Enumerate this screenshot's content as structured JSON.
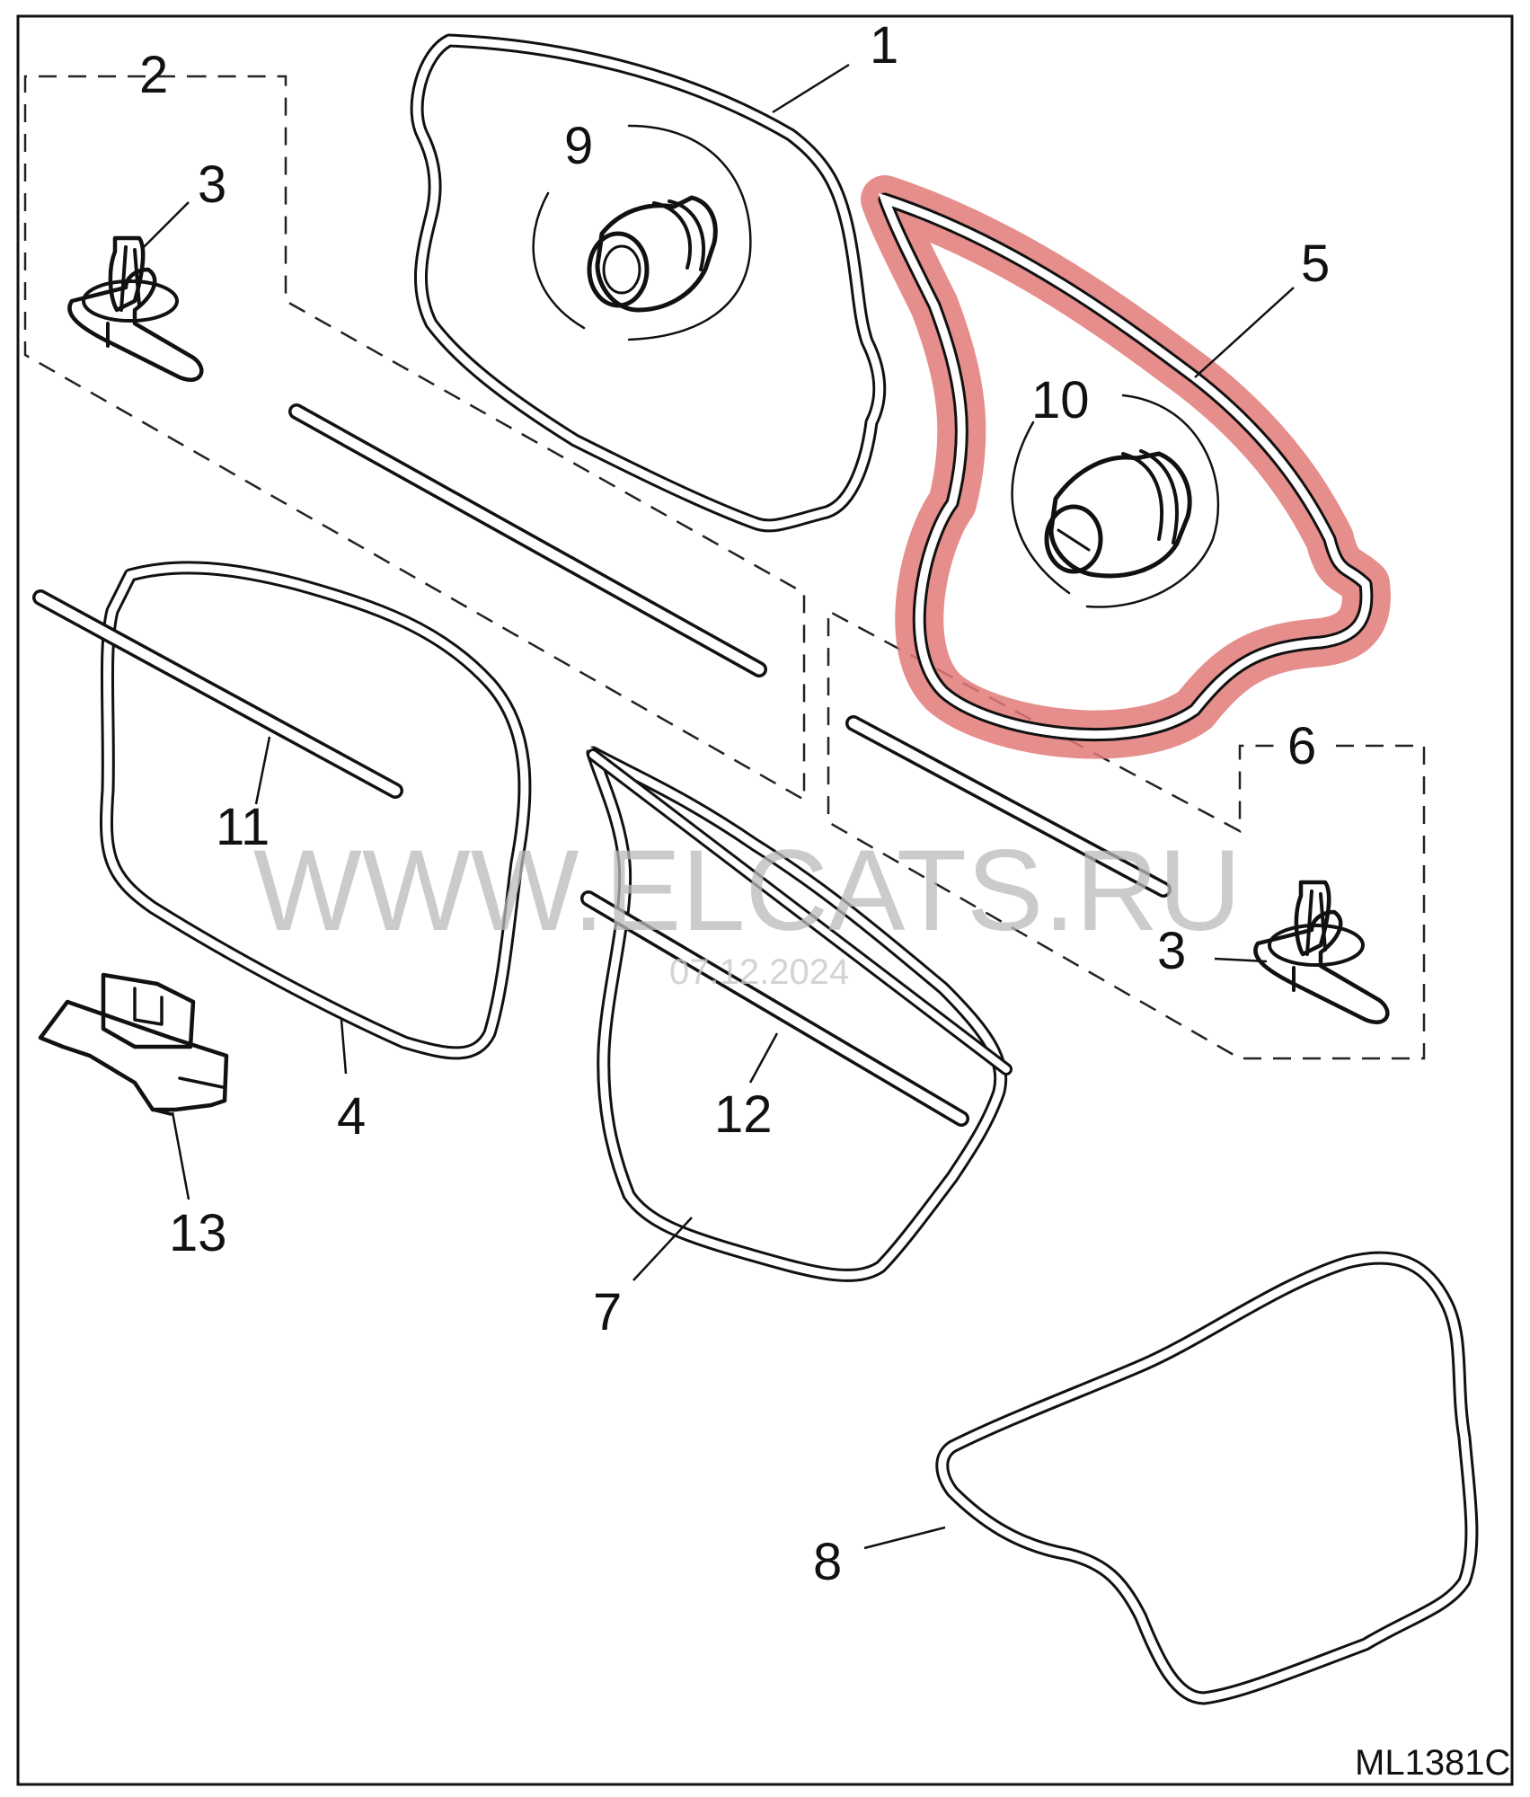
{
  "diagram": {
    "code": "ML1381C",
    "watermark": "WWW.ELCATS.RU",
    "watermark_date": "07.12.2024",
    "highlight_color": "#e07a78",
    "callouts": {
      "c1": "1",
      "c2": "2",
      "c3a": "3",
      "c3b": "3",
      "c4": "4",
      "c5": "5",
      "c6": "6",
      "c7": "7",
      "c8": "8",
      "c9": "9",
      "c10": "10",
      "c11": "11",
      "c12": "12",
      "c13": "13"
    }
  }
}
